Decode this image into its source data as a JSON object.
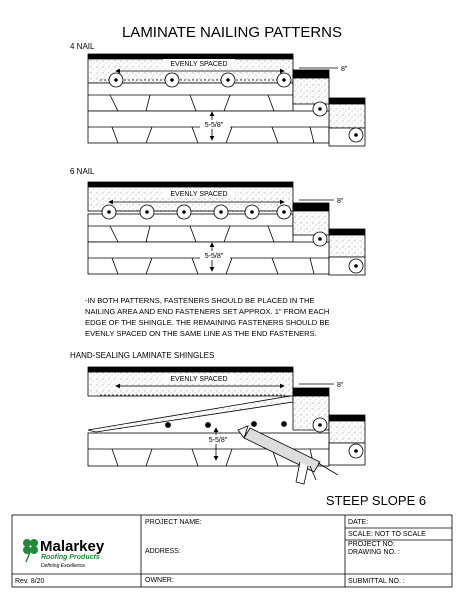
{
  "title": "LAMINATE NAILING PATTERNS",
  "sections": {
    "four_nail": {
      "label": "4 NAIL",
      "evenly_spaced": "EVENLY SPACED",
      "dim_side": "8\"",
      "dim_exposure": "5-5/8\""
    },
    "six_nail": {
      "label": "6 NAIL",
      "evenly_spaced": "EVENLY SPACED",
      "dim_side": "8\"",
      "dim_exposure": "5-5/8\""
    },
    "hand_sealing": {
      "label": "HAND-SEALING LAMINATE SHINGLES",
      "evenly_spaced": "EVENLY SPACED",
      "dim_side": "8\"",
      "dim_exposure": "5-5/8\""
    }
  },
  "note_lines": [
    "-IN BOTH PATTERNS, FASTENERS SHOULD BE PLACED IN THE",
    "NAILING AREA AND END FASTENERS SET APPROX. 1\" FROM EACH",
    "EDGE OF THE SHINGLE. THE REMAINING FASTENERS SHOULD BE",
    "EVENLY SPACED ON THE SAME LINE AS THE END FASTENERS."
  ],
  "sheet_label": "STEEP SLOPE 6",
  "title_block": {
    "brand_line1": "Malarkey",
    "brand_line2": "Roofing Products",
    "tagline": "Defining Excellence.",
    "revision": "Rev. 8/20",
    "project_name": "PROJECT NAME:",
    "address": "ADDRESS:",
    "owner": "OWNER:",
    "date": "DATE:",
    "scale": "SCALE:  NOT TO SCALE",
    "project_no": "PROJECT NO:",
    "drawing_no": "DRAWING NO. :",
    "submittal_no": "SUBMITTAL NO. :"
  },
  "colors": {
    "line": "#000000",
    "grain": "#555555",
    "logo_green": "#1f8a3a"
  }
}
